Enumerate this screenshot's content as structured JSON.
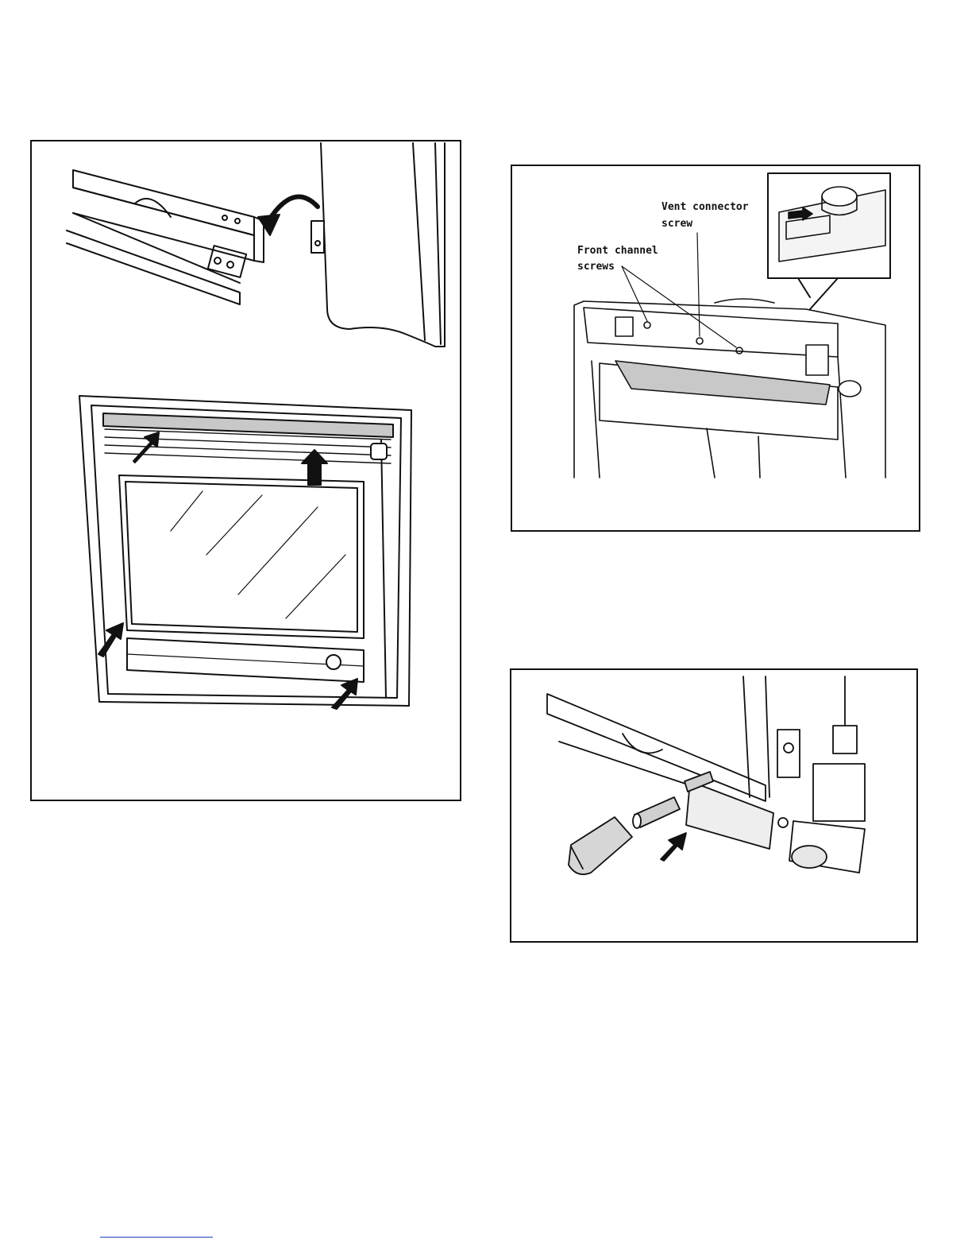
{
  "figures": {
    "front_channel": {
      "label_line1": "Front channel",
      "label_line2": "screws"
    },
    "vent_connector": {
      "label_line1": "Vent connector",
      "label_line2": "screw"
    }
  },
  "colors": {
    "ink": "#111111",
    "shade": "#c8c8c8",
    "footer_rule": "#1a3fbf"
  }
}
